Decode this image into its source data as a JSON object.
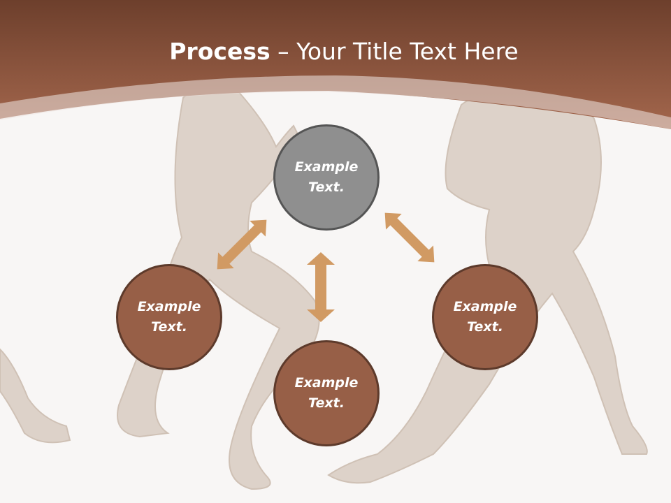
{
  "slide": {
    "title_bold": "Process",
    "title_rest": " – Your Title Text Here",
    "colors": {
      "header": "#8c523b",
      "circle_brown": "#975f47",
      "circle_gray": "#8f8f8f",
      "arrow": "#d19a63"
    },
    "background_image": "anatomical-muscle-figures"
  },
  "nodes": [
    {
      "label": "Example\nText."
    },
    {
      "label": "Example\nText."
    },
    {
      "label": "Example\nText."
    },
    {
      "label": "Example\nText."
    }
  ]
}
